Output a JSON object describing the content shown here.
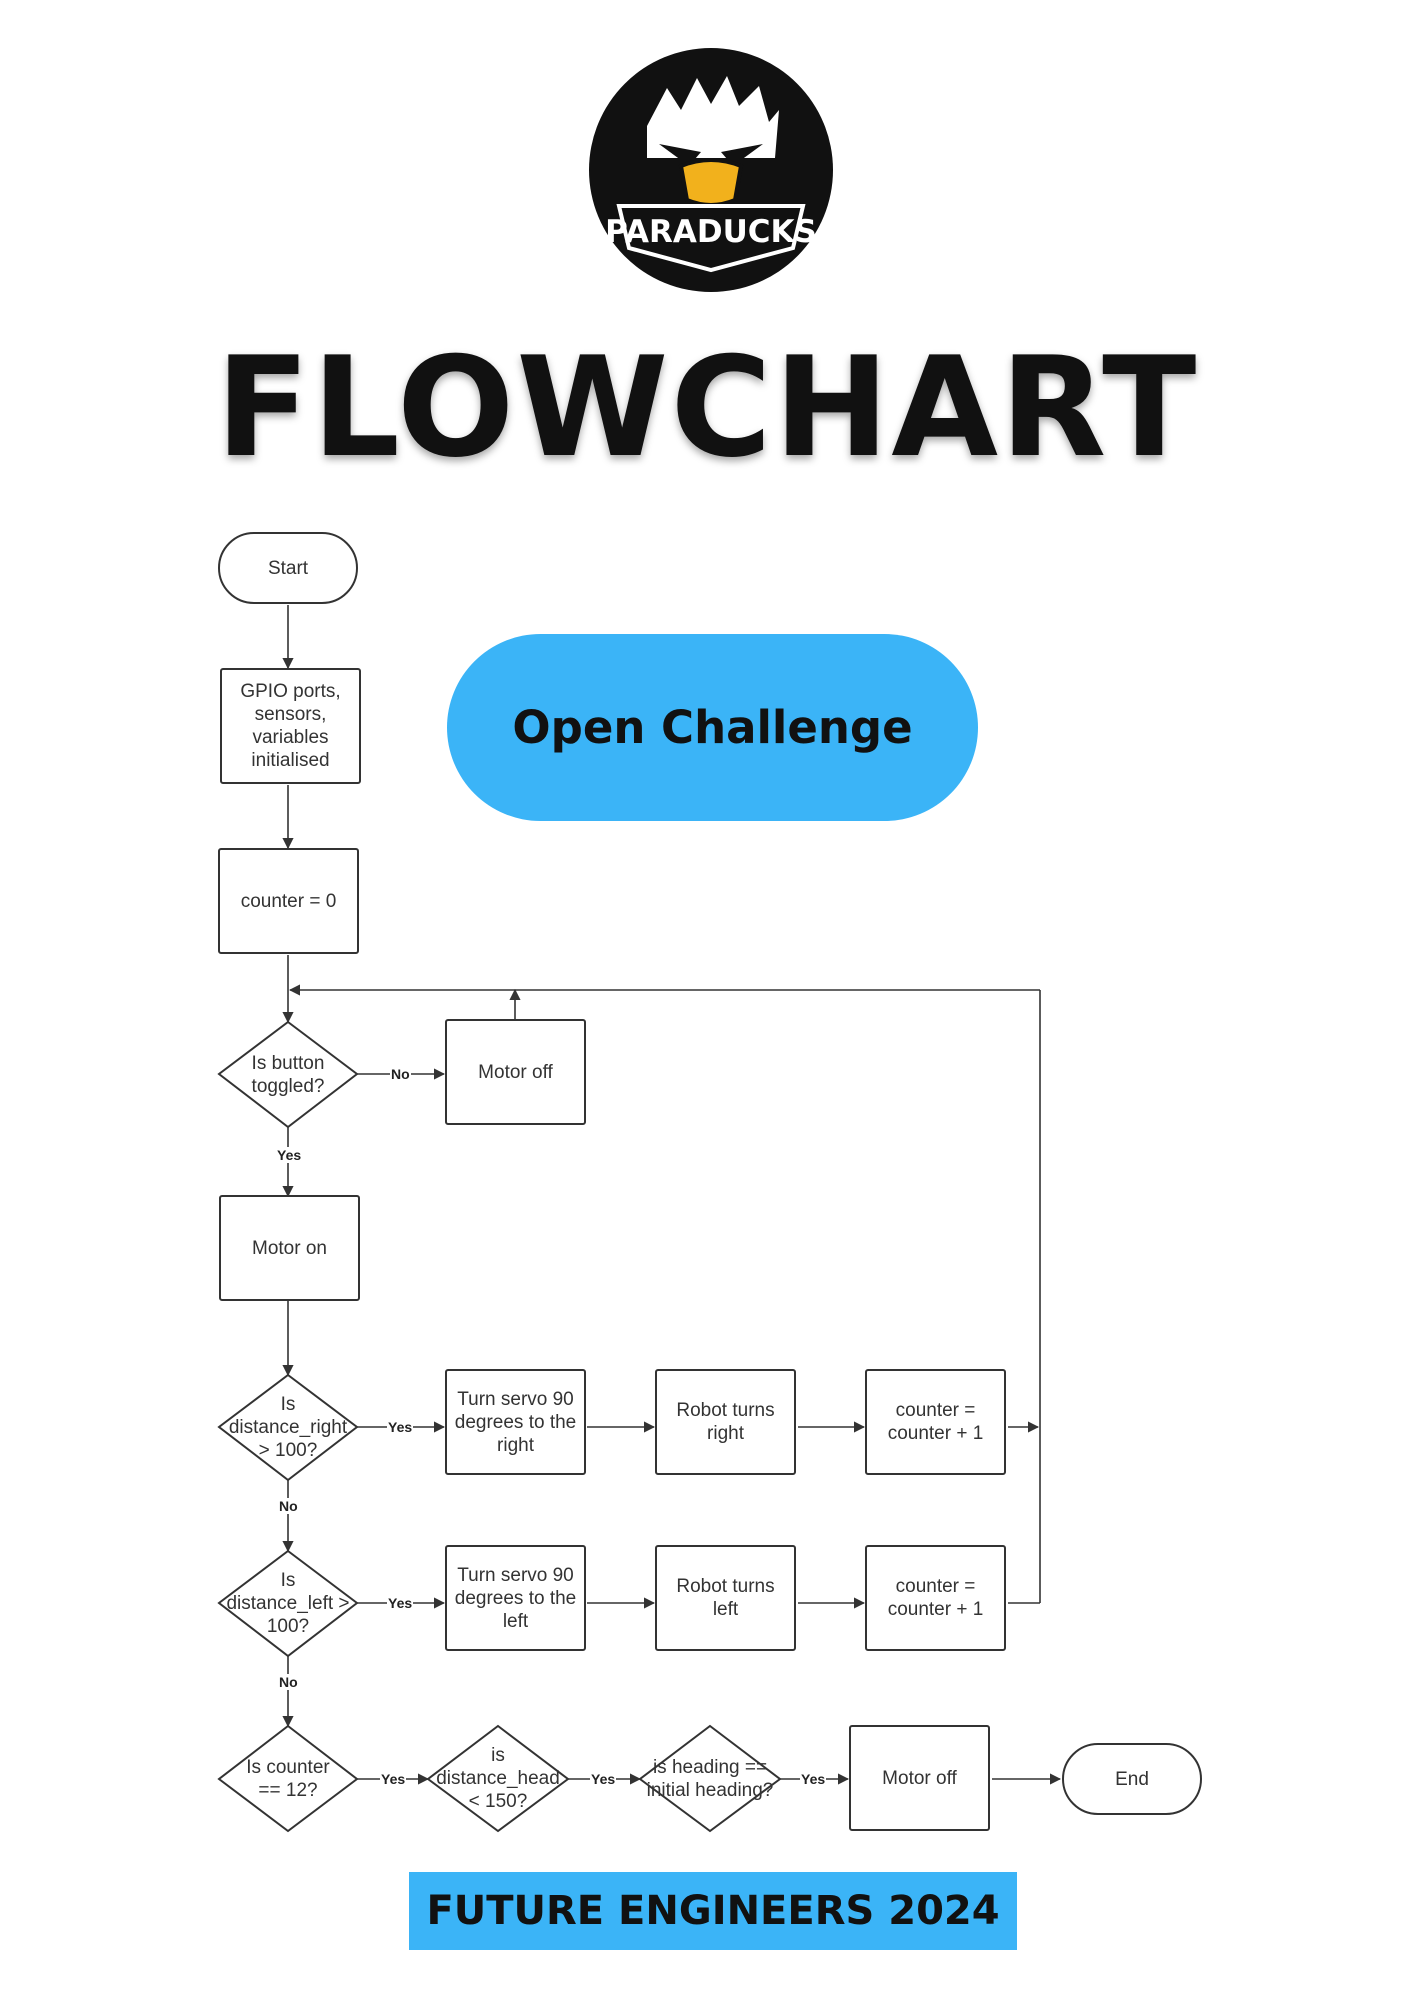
{
  "logo": {
    "text": "PARADUCKS"
  },
  "title": "FLOWCHART",
  "badge": "Open Challenge",
  "footer": "FUTURE ENGINEERS 2024",
  "colors": {
    "accent": "#3bb4f7",
    "ink": "#111111",
    "line": "#333333"
  },
  "flowchart": {
    "nodes": {
      "start": "Start",
      "gpio": "GPIO ports, sensors, variables initialised",
      "counter_init": "counter = 0",
      "is_button": "Is button toggled?",
      "motor_off_1": "Motor off",
      "motor_on": "Motor on",
      "is_dist_right": "Is distance_right > 100?",
      "turn_servo_right": "Turn servo 90 degrees to the right",
      "robot_turns_right": "Robot turns right",
      "counter_inc_1": "counter = counter + 1",
      "is_dist_left": "Is distance_left > 100?",
      "turn_servo_left": "Turn servo 90 degrees to the left",
      "robot_turns_left": "Robot turns left",
      "counter_inc_2": "counter = counter + 1",
      "is_counter": "Is counter == 12?",
      "is_dist_head": "is distance_head < 150?",
      "is_heading": "is heading == initial heading?",
      "motor_off_2": "Motor off",
      "end": "End"
    },
    "edge_labels": {
      "button_no": "No",
      "button_yes": "Yes",
      "right_yes": "Yes",
      "right_no": "No",
      "left_yes": "Yes",
      "left_no": "No",
      "counter_yes": "Yes",
      "head_yes": "Yes",
      "heading_yes": "Yes"
    }
  }
}
